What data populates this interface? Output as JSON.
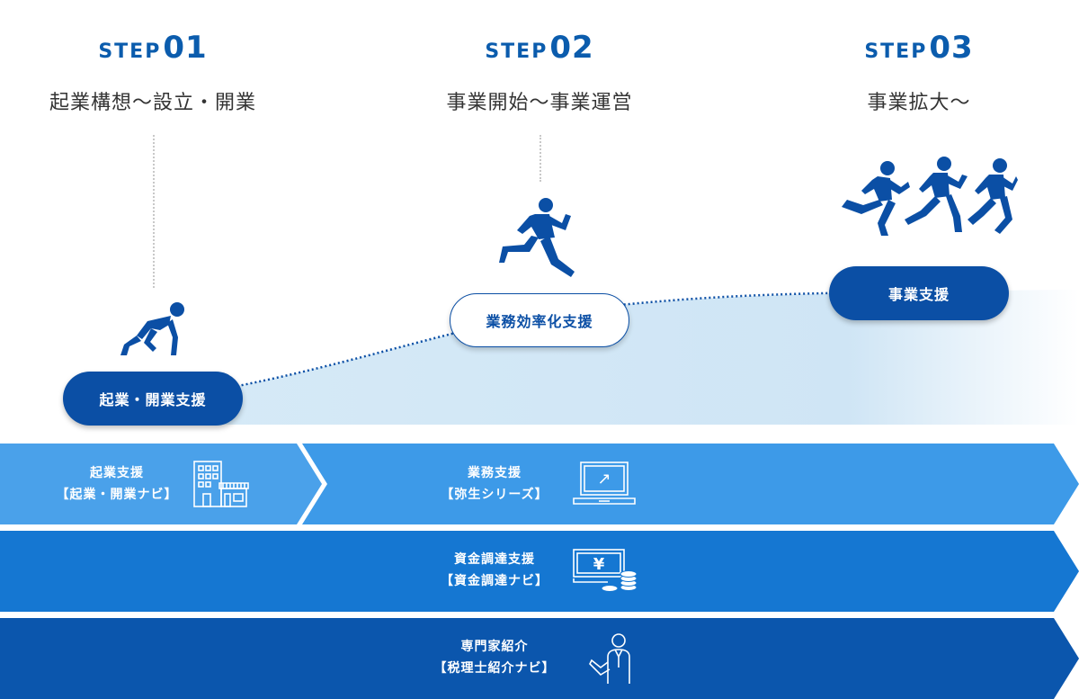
{
  "steps": [
    {
      "word": "STEP",
      "num": "01",
      "title": "起業構想〜設立・開業"
    },
    {
      "word": "STEP",
      "num": "02",
      "title": "事業開始〜事業運営"
    },
    {
      "word": "STEP",
      "num": "03",
      "title": "事業拡大〜"
    }
  ],
  "milestones": [
    "起業・開業支援",
    "業務効率化支援",
    "事業支援"
  ],
  "bands": [
    {
      "title": "起業支援",
      "sub": "【起業・開業ナビ】"
    },
    {
      "title": "業務支援",
      "sub": "【弥生シリーズ】"
    },
    {
      "title": "資金調達支援",
      "sub": "【資金調達ナビ】"
    },
    {
      "title": "専門家紹介",
      "sub": "【税理士紹介ナビ】"
    }
  ],
  "icons": {
    "yen": "¥",
    "arrow": "↗"
  },
  "colors": {
    "primary": "#0b4fa5",
    "band1": "#3d9ae8",
    "band2": "#1577d2",
    "band3": "#0b56ad",
    "area": "#cfe6f6"
  }
}
